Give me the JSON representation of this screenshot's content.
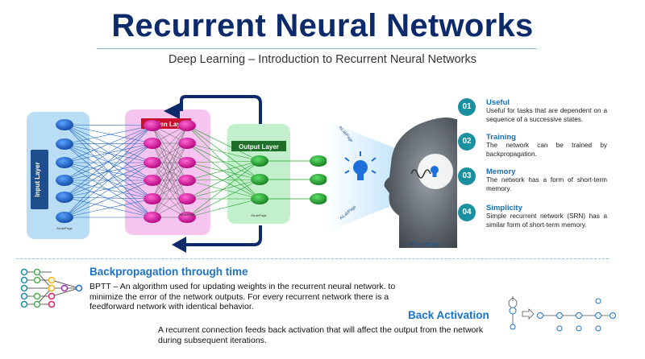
{
  "title": "Recurrent Neural Networks",
  "subtitle": "Deep Learning – Introduction to Recurrent Neural Networks",
  "diagram": {
    "input_layer_label": "Input Layer",
    "hidden_layer_label": "Hidden Layer",
    "output_layer_label": "Output Layer",
    "watermark": "AiLabPage",
    "colors": {
      "input_bg": "#b9ddf4",
      "hidden_bg": "#f6c5ef",
      "output_bg": "#c3f0cc",
      "node_blue": "#1565c8",
      "node_magenta": "#e0119d",
      "node_green": "#1f9f2a",
      "arrow": "#0d2a6b"
    }
  },
  "features": [
    {
      "num": "01",
      "title": "Useful",
      "desc": "Useful for tasks that are dependent on a sequence of a successive states."
    },
    {
      "num": "02",
      "title": "Training",
      "desc": "The network can be trained by backpropagation."
    },
    {
      "num": "03",
      "title": "Memory",
      "desc": "The network has a form of short-term memory."
    },
    {
      "num": "04",
      "title": "Simplicity",
      "desc": "Simple recurrent network (SRN) has a similar form of short-term memory."
    }
  ],
  "bptt": {
    "title": "Backpropagation through time",
    "text": "BPTT – An algorithm used for updating weights in the recurrent neural network. to minimize the error of the network outputs. For every recurrent network there is a feedforward network with identical behavior."
  },
  "back_activation": {
    "title": "Back Activation",
    "text": "A recurrent connection feeds back activation that will affect the output from the network during subsequent iterations."
  }
}
